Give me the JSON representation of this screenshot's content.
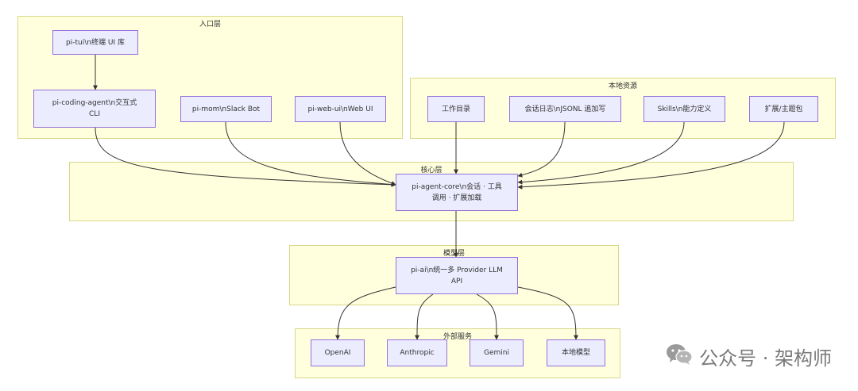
{
  "groups": {
    "entry": "入口层",
    "local": "本地资源",
    "core": "核心层",
    "model": "模型层",
    "external": "外部服务"
  },
  "nodes": {
    "pi_tui": "pi-tui\\n终端 UI 库",
    "pi_coding_agent": "pi-coding-agent\\n交互式\nCLI",
    "pi_mom": "pi-mom\\nSlack Bot",
    "pi_web_ui": "pi-web-ui\\nWeb UI",
    "workdir": "工作目录",
    "session_log": "会话日志\\nJSONL 追加写",
    "skills": "Skills\\n能力定义",
    "extensions": "扩展/主题包",
    "pi_agent_core": "pi-agent-core\\n会话 · 工具\n调用 · 扩展加载",
    "pi_ai": "pi-ai\\n统一多 Provider LLM\nAPI",
    "openai": "OpenAI",
    "anthropic": "Anthropic",
    "gemini": "Gemini",
    "local_model": "本地模型"
  },
  "watermark": "公众号 · 架构师",
  "colors": {
    "group_fill": "#ffffde",
    "group_border": "#d8d88a",
    "node_fill": "#ececff",
    "node_border": "#9370db",
    "edge": "#333333"
  }
}
